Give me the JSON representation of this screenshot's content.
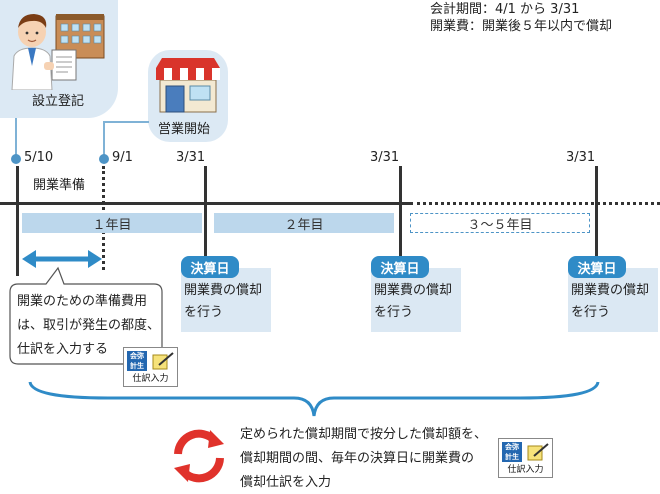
{
  "header_note": {
    "line1": "会計期間：4/1 から 3/31",
    "line2": "開業費：開業後５年以内で償却"
  },
  "milestones": {
    "establishment": "設立登記",
    "opening": "営業開始"
  },
  "dates": {
    "d1": "5/10",
    "d2": "9/1",
    "d3": "3/31",
    "d4": "3/31",
    "d5": "3/31"
  },
  "period_label": "開業準備",
  "years": {
    "y1": "１年目",
    "y2": "２年目",
    "y3": "３～５年目"
  },
  "settlement": {
    "tag": "決算日",
    "line1": "開業費の償却",
    "line2": "を行う"
  },
  "prep_note": {
    "line1": "開業のための準備費用",
    "line2": "は、取引が発生の都度、",
    "line3": "仕訳を入力する"
  },
  "yayoi_badge": {
    "logo_line1": "会弥",
    "logo_line2": "計生",
    "caption": "仕訳入力"
  },
  "bottom_note": {
    "line1": "定められた償却期間で按分した償却額を、",
    "line2": "償却期間の間、毎年の決算日に開業費の",
    "line3": "償却仕訳を入力"
  },
  "colors": {
    "accent_blue": "#2f8bc7",
    "light_blue": "#bcd7ec",
    "panel_blue": "#dbe8f3",
    "cycle_red": "#e0322b",
    "timeline": "#333333"
  },
  "icons": {
    "person": "businessman-with-document-icon",
    "shop": "storefront-icon",
    "cycle": "recycle-arrows-icon"
  }
}
